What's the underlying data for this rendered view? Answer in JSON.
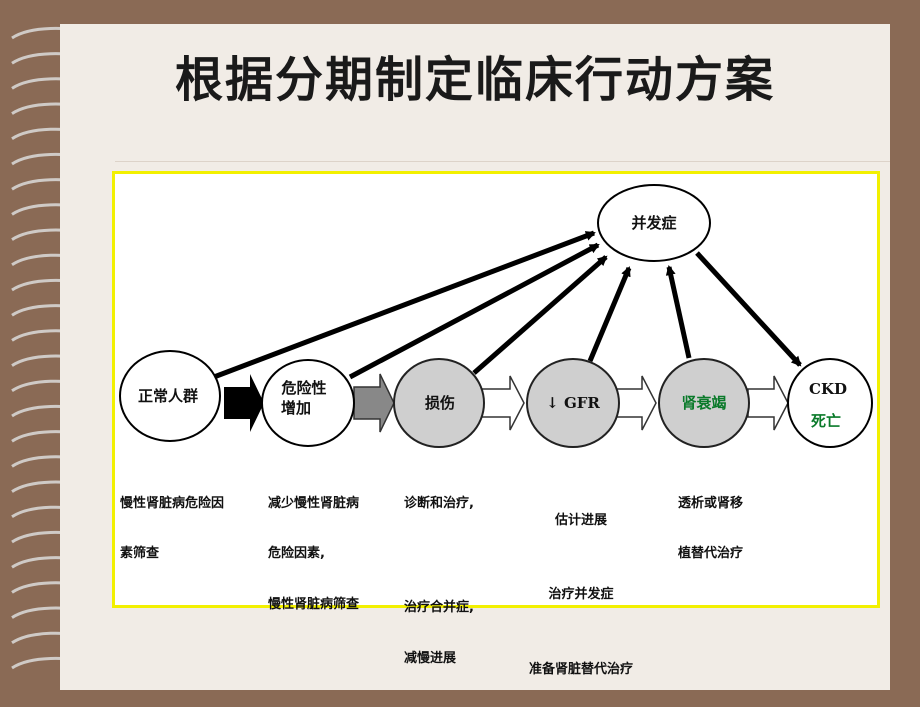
{
  "title": "根据分期制定临床行动方案",
  "complication": "并发症",
  "nodes": [
    {
      "label": "正常人群"
    },
    {
      "label_line1": "危险性",
      "label_line2": "增加"
    },
    {
      "label": "损伤"
    },
    {
      "arrow": "↓",
      "label": "GFR"
    },
    {
      "label": "肾衰竭"
    },
    {
      "label_line1": "CKD",
      "label_line2": "死亡"
    }
  ],
  "captions": [
    {
      "lines": [
        "慢性肾脏病危险因",
        "素筛查"
      ]
    },
    {
      "lines": [
        "减少慢性肾脏病",
        "危险因素,",
        "慢性肾脏病筛查"
      ]
    },
    {
      "line1": "诊断和治疗,",
      "line2": "治疗合并症,",
      "line3": "减慢进展"
    },
    {
      "lines": [
        "估计进展",
        "治疗并发症",
        "准备肾脏替代治疗"
      ]
    },
    {
      "lines": [
        "透析或肾移",
        "植替代治疗"
      ]
    }
  ],
  "colors": {
    "highlight_frame": "#f2f000",
    "ckd_death_text": "#0a7a2a",
    "background": "#8a6a55",
    "paper": "#f1ece6"
  }
}
